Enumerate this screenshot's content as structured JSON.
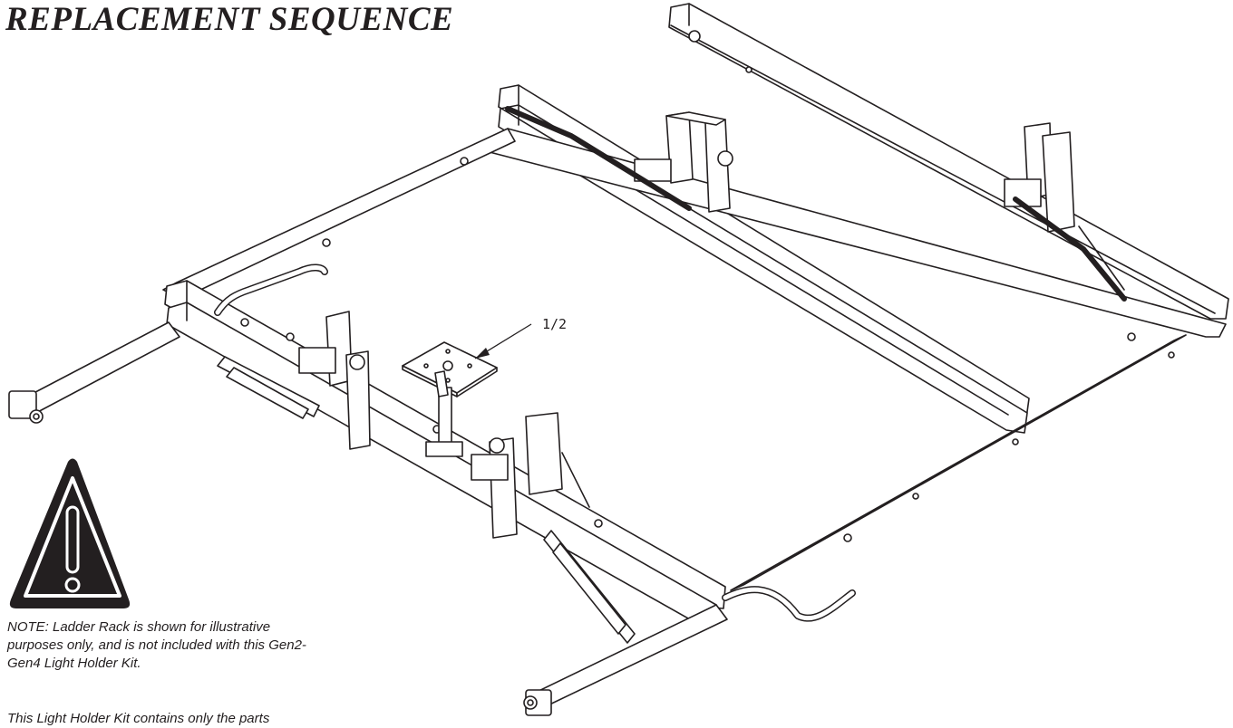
{
  "title": "REPLACEMENT SEQUENCE",
  "callout_label": "1/2",
  "warning_icon": "warning-triangle-icon",
  "note_primary": "NOTE: Ladder Rack is shown for illustrative purposes only, and is not included with this Gen2-Gen4 Light Holder Kit.",
  "note_secondary": "This Light Holder Kit contains only the parts",
  "colors": {
    "ink": "#231f20",
    "background": "#ffffff"
  }
}
